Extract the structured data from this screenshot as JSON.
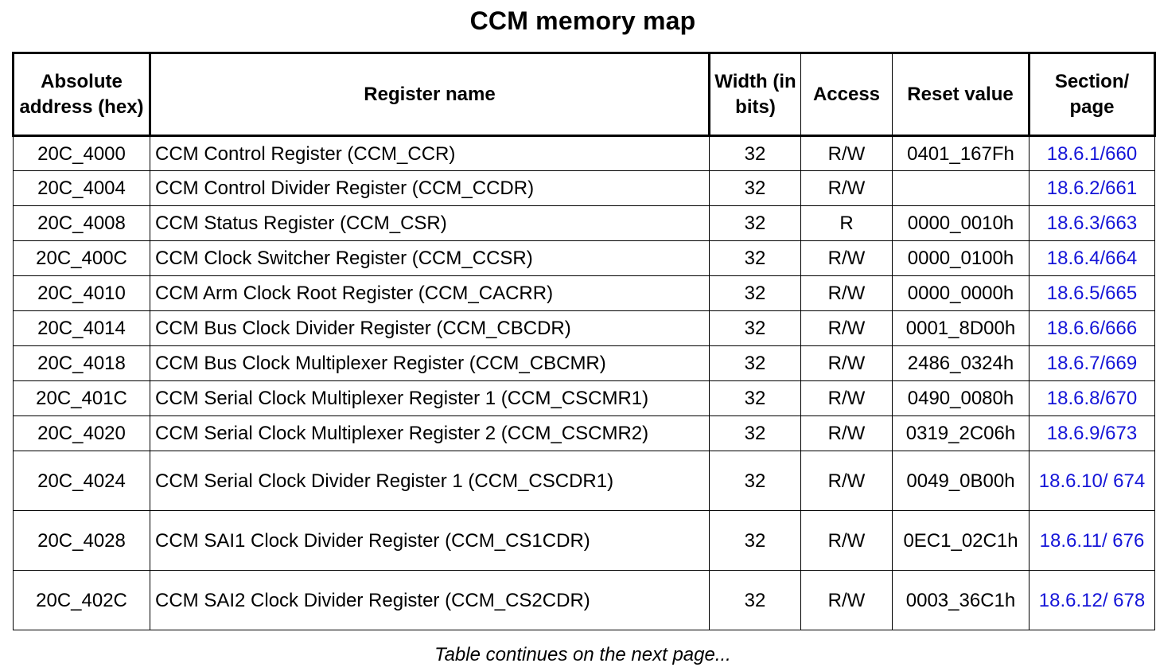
{
  "title": "CCM memory map",
  "columns": {
    "address": "Absolute address (hex)",
    "name": "Register name",
    "width": "Width (in bits)",
    "access": "Access",
    "reset": "Reset value",
    "section": "Section/ page"
  },
  "rows": [
    {
      "address": "20C_4000",
      "name": "CCM Control Register (CCM_CCR)",
      "width": "32",
      "access": "R/W",
      "reset": "0401_167Fh",
      "section": "18.6.1/660"
    },
    {
      "address": "20C_4004",
      "name": "CCM Control Divider Register (CCM_CCDR)",
      "width": "32",
      "access": "R/W",
      "reset": "",
      "section": "18.6.2/661"
    },
    {
      "address": "20C_4008",
      "name": "CCM Status Register (CCM_CSR)",
      "width": "32",
      "access": "R",
      "reset": "0000_0010h",
      "section": "18.6.3/663"
    },
    {
      "address": "20C_400C",
      "name": "CCM Clock Switcher Register (CCM_CCSR)",
      "width": "32",
      "access": "R/W",
      "reset": "0000_0100h",
      "section": "18.6.4/664"
    },
    {
      "address": "20C_4010",
      "name": "CCM Arm Clock Root Register (CCM_CACRR)",
      "width": "32",
      "access": "R/W",
      "reset": "0000_0000h",
      "section": "18.6.5/665"
    },
    {
      "address": "20C_4014",
      "name": "CCM Bus Clock Divider Register (CCM_CBCDR)",
      "width": "32",
      "access": "R/W",
      "reset": "0001_8D00h",
      "section": "18.6.6/666"
    },
    {
      "address": "20C_4018",
      "name": "CCM Bus Clock Multiplexer Register (CCM_CBCMR)",
      "width": "32",
      "access": "R/W",
      "reset": "2486_0324h",
      "section": "18.6.7/669"
    },
    {
      "address": "20C_401C",
      "name": "CCM Serial Clock Multiplexer Register 1 (CCM_CSCMR1)",
      "width": "32",
      "access": "R/W",
      "reset": "0490_0080h",
      "section": "18.6.8/670"
    },
    {
      "address": "20C_4020",
      "name": "CCM Serial Clock Multiplexer Register 2 (CCM_CSCMR2)",
      "width": "32",
      "access": "R/W",
      "reset": "0319_2C06h",
      "section": "18.6.9/673"
    },
    {
      "address": "20C_4024",
      "name": "CCM Serial Clock Divider Register 1 (CCM_CSCDR1)",
      "width": "32",
      "access": "R/W",
      "reset": "0049_0B00h",
      "section": "18.6.10/ 674"
    },
    {
      "address": "20C_4028",
      "name": "CCM SAI1 Clock Divider Register (CCM_CS1CDR)",
      "width": "32",
      "access": "R/W",
      "reset": "0EC1_02C1h",
      "section": "18.6.11/ 676"
    },
    {
      "address": "20C_402C",
      "name": "CCM SAI2 Clock Divider Register (CCM_CS2CDR)",
      "width": "32",
      "access": "R/W",
      "reset": "0003_36C1h",
      "section": "18.6.12/ 678"
    }
  ],
  "footer": "Table continues on the next page...",
  "colors": {
    "link": "#1515d8",
    "text": "#000000",
    "background": "#ffffff"
  }
}
